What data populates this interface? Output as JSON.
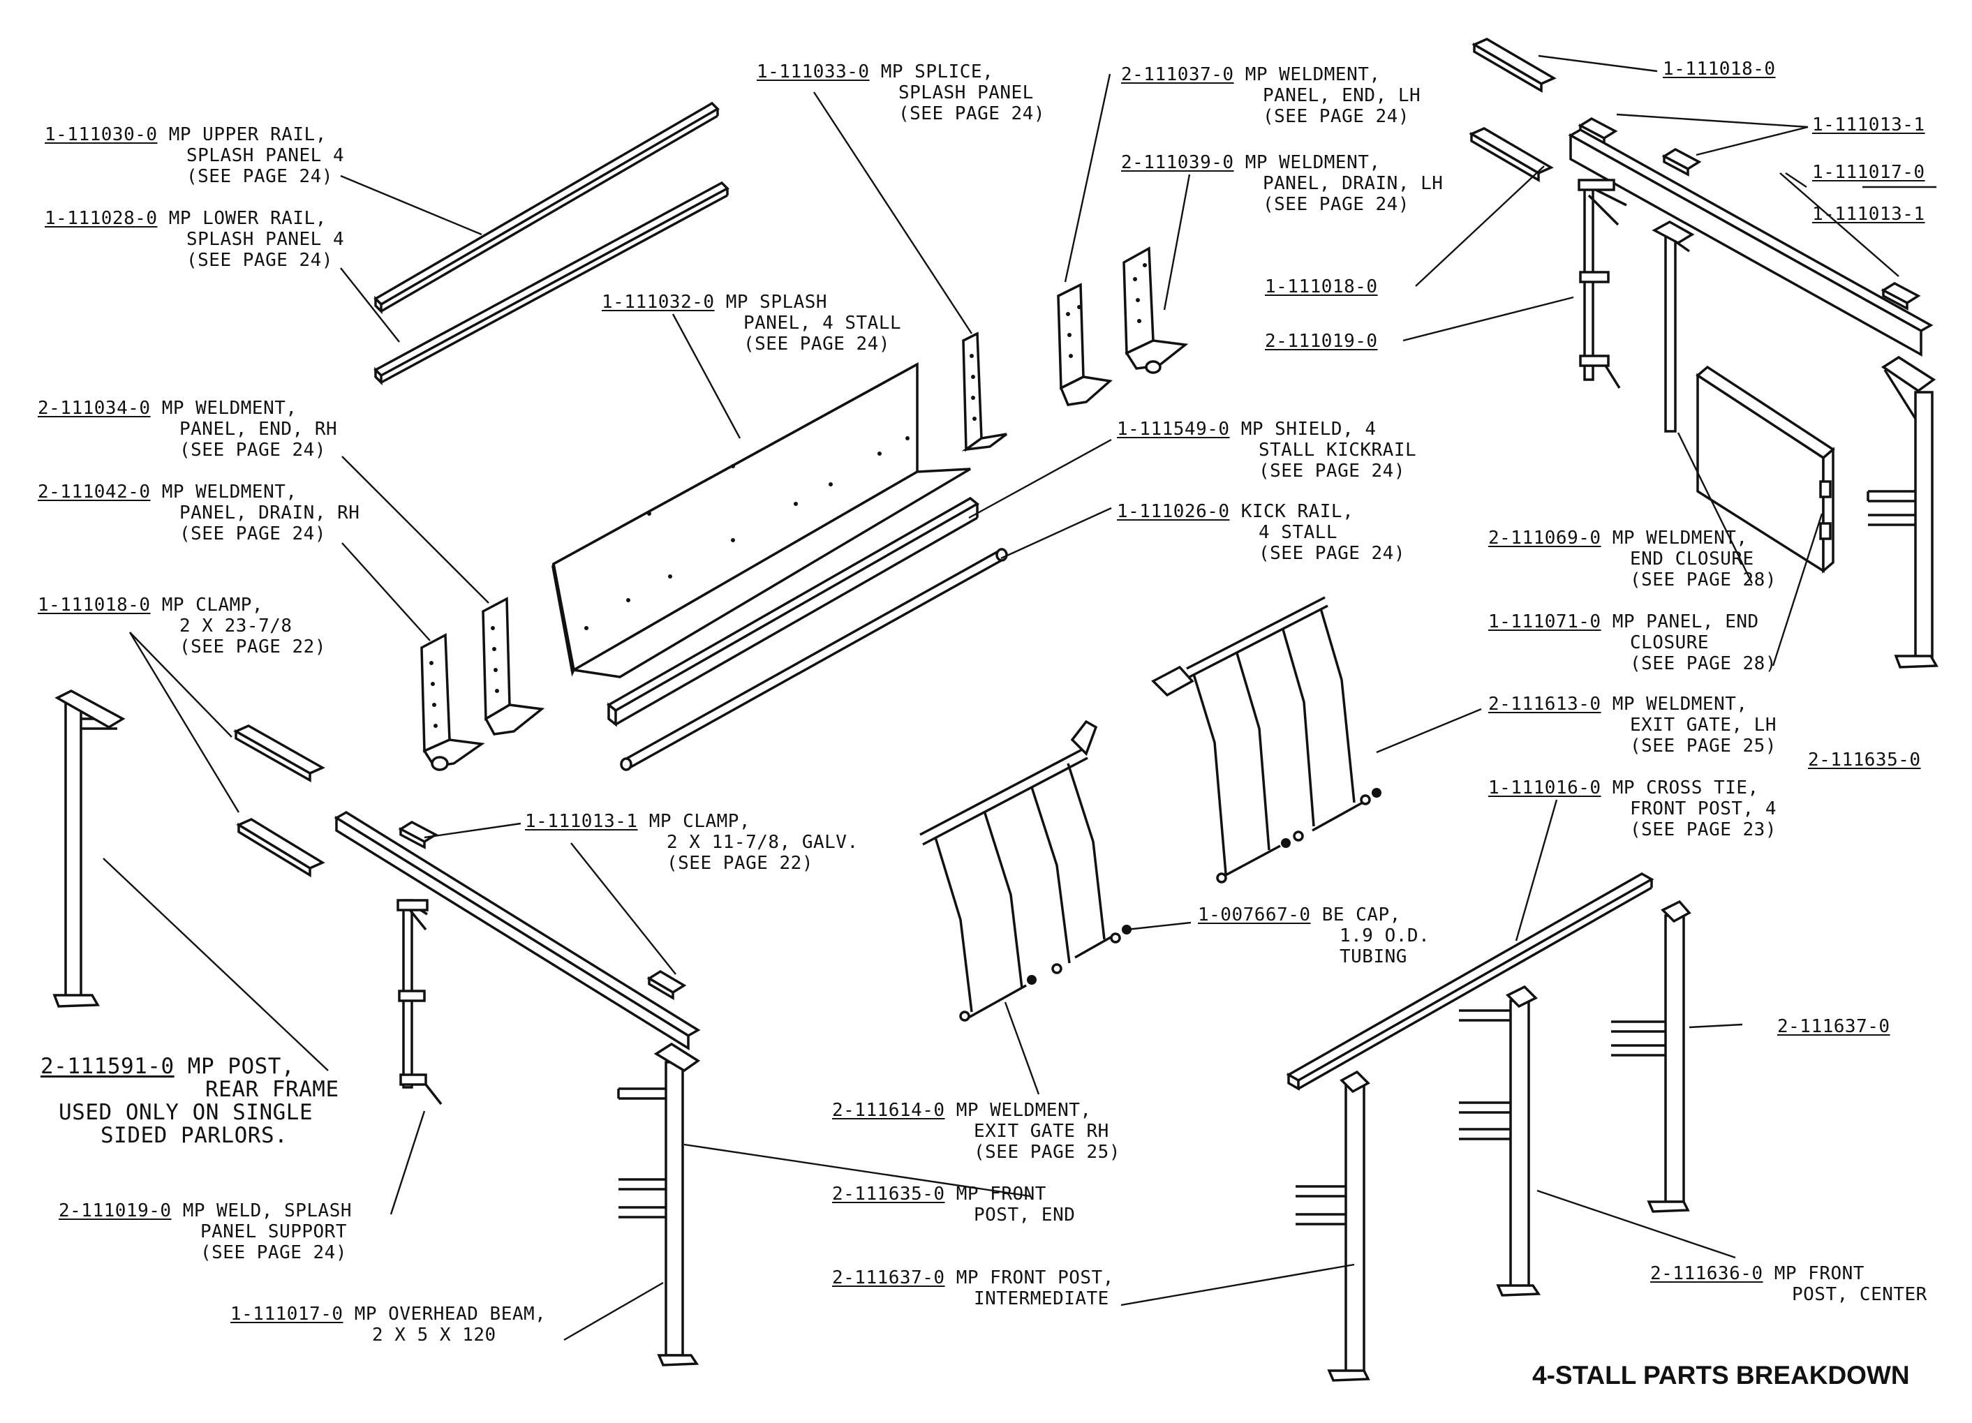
{
  "title": "4-STALL PARTS BREAKDOWN",
  "labels": {
    "upper_rail": {
      "pn": "1-111030-0",
      "l1": " MP UPPER RAIL,",
      "l2": "SPLASH PANEL 4",
      "l3": "(SEE PAGE 24)"
    },
    "lower_rail": {
      "pn": "1-111028-0",
      "l1": " MP LOWER RAIL,",
      "l2": "SPLASH PANEL 4",
      "l3": "(SEE PAGE 24)"
    },
    "splash_panel": {
      "pn": "1-111032-0",
      "l1": " MP SPLASH",
      "l2": "PANEL, 4 STALL",
      "l3": "(SEE PAGE 24)"
    },
    "splice": {
      "pn": "1-111033-0",
      "l1": " MP SPLICE,",
      "l2": "SPLASH PANEL",
      "l3": "(SEE PAGE 24)"
    },
    "end_lh": {
      "pn": "2-111037-0",
      "l1": " MP WELDMENT,",
      "l2": "PANEL, END, LH",
      "l3": "(SEE PAGE 24)"
    },
    "drain_lh": {
      "pn": "2-111039-0",
      "l1": " MP WELDMENT,",
      "l2": "PANEL, DRAIN, LH",
      "l3": "(SEE PAGE 24)"
    },
    "end_rh": {
      "pn": "2-111034-0",
      "l1": " MP WELDMENT,",
      "l2": "PANEL, END, RH",
      "l3": "(SEE PAGE 24)"
    },
    "drain_rh": {
      "pn": "2-111042-0",
      "l1": " MP WELDMENT,",
      "l2": "PANEL, DRAIN, RH",
      "l3": "(SEE PAGE 24)"
    },
    "clamp_long": {
      "pn": "1-111018-0",
      "l1": " MP CLAMP,",
      "l2": "2 X 23-7/8",
      "l3": "(SEE PAGE 22)"
    },
    "shield": {
      "pn": "1-111549-0",
      "l1": " MP SHIELD, 4",
      "l2": "STALL KICKRAIL",
      "l3": "(SEE PAGE 24)"
    },
    "kick_rail": {
      "pn": "1-111026-0",
      "l1": " KICK RAIL,",
      "l2": "4 STALL",
      "l3": "(SEE PAGE 24)"
    },
    "clamp_short": {
      "pn": "1-111013-1",
      "l1": " MP CLAMP,",
      "l2": "2 X 11-7/8, GALV.",
      "l3": "(SEE PAGE 22)"
    },
    "be_cap": {
      "pn": "1-007667-0",
      "l1": " BE CAP,",
      "l2": "1.9 O.D.",
      "l3": "TUBING"
    },
    "end_closure": {
      "pn": "2-111069-0",
      "l1": " MP WELDMENT,",
      "l2": "END CLOSURE",
      "l3": "(SEE PAGE 28)"
    },
    "panel_end_closure": {
      "pn": "1-111071-0",
      "l1": " MP PANEL, END",
      "l2": "CLOSURE",
      "l3": "(SEE PAGE 28)"
    },
    "exit_gate_lh": {
      "pn": "2-111613-0",
      "l1": " MP WELDMENT,",
      "l2": "EXIT GATE, LH",
      "l3": "(SEE PAGE 25)"
    },
    "cross_tie": {
      "pn": "1-111016-0",
      "l1": " MP CROSS TIE,",
      "l2": "FRONT POST, 4",
      "l3": "(SEE PAGE 23)"
    },
    "exit_gate_rh": {
      "pn": "2-111614-0",
      "l1": " MP WELDMENT,",
      "l2": "EXIT GATE RH",
      "l3": "(SEE PAGE 25)"
    },
    "front_post_end": {
      "pn": "2-111635-0",
      "l1": " MP FRONT",
      "l2": "POST, END"
    },
    "front_post_inter": {
      "pn": "2-111637-0",
      "l1": " MP FRONT POST,",
      "l2": "INTERMEDIATE"
    },
    "front_post_center": {
      "pn": "2-111636-0",
      "l1": " MP FRONT",
      "l2": "POST, CENTER"
    },
    "rear_post": {
      "pn": "2-111591-0",
      "l1": " MP POST,",
      "l2": "REAR FRAME",
      "l3": "USED ONLY ON SINGLE",
      "l4": "SIDED PARLORS."
    },
    "weld_support": {
      "pn": "2-111019-0",
      "l1": " MP WELD, SPLASH",
      "l2": "PANEL SUPPORT",
      "l3": "(SEE PAGE 24)"
    },
    "overhead_beam": {
      "pn": "1-111017-0",
      "l1": " MP OVERHEAD BEAM,",
      "l2": "2 X 5 X 120"
    }
  },
  "callouts": {
    "tr_clamp_long_top": "1-111018-0",
    "tr_clamp_short_a": "1-111013-1",
    "tr_beam": "1-111017-0",
    "tr_clamp_short_b": "1-111013-1",
    "tr_clamp_long_mid": "1-111018-0",
    "tr_support": "2-111019-0",
    "tr_post_end": "2-111635-0",
    "br_post_inter": "2-111637-0"
  }
}
